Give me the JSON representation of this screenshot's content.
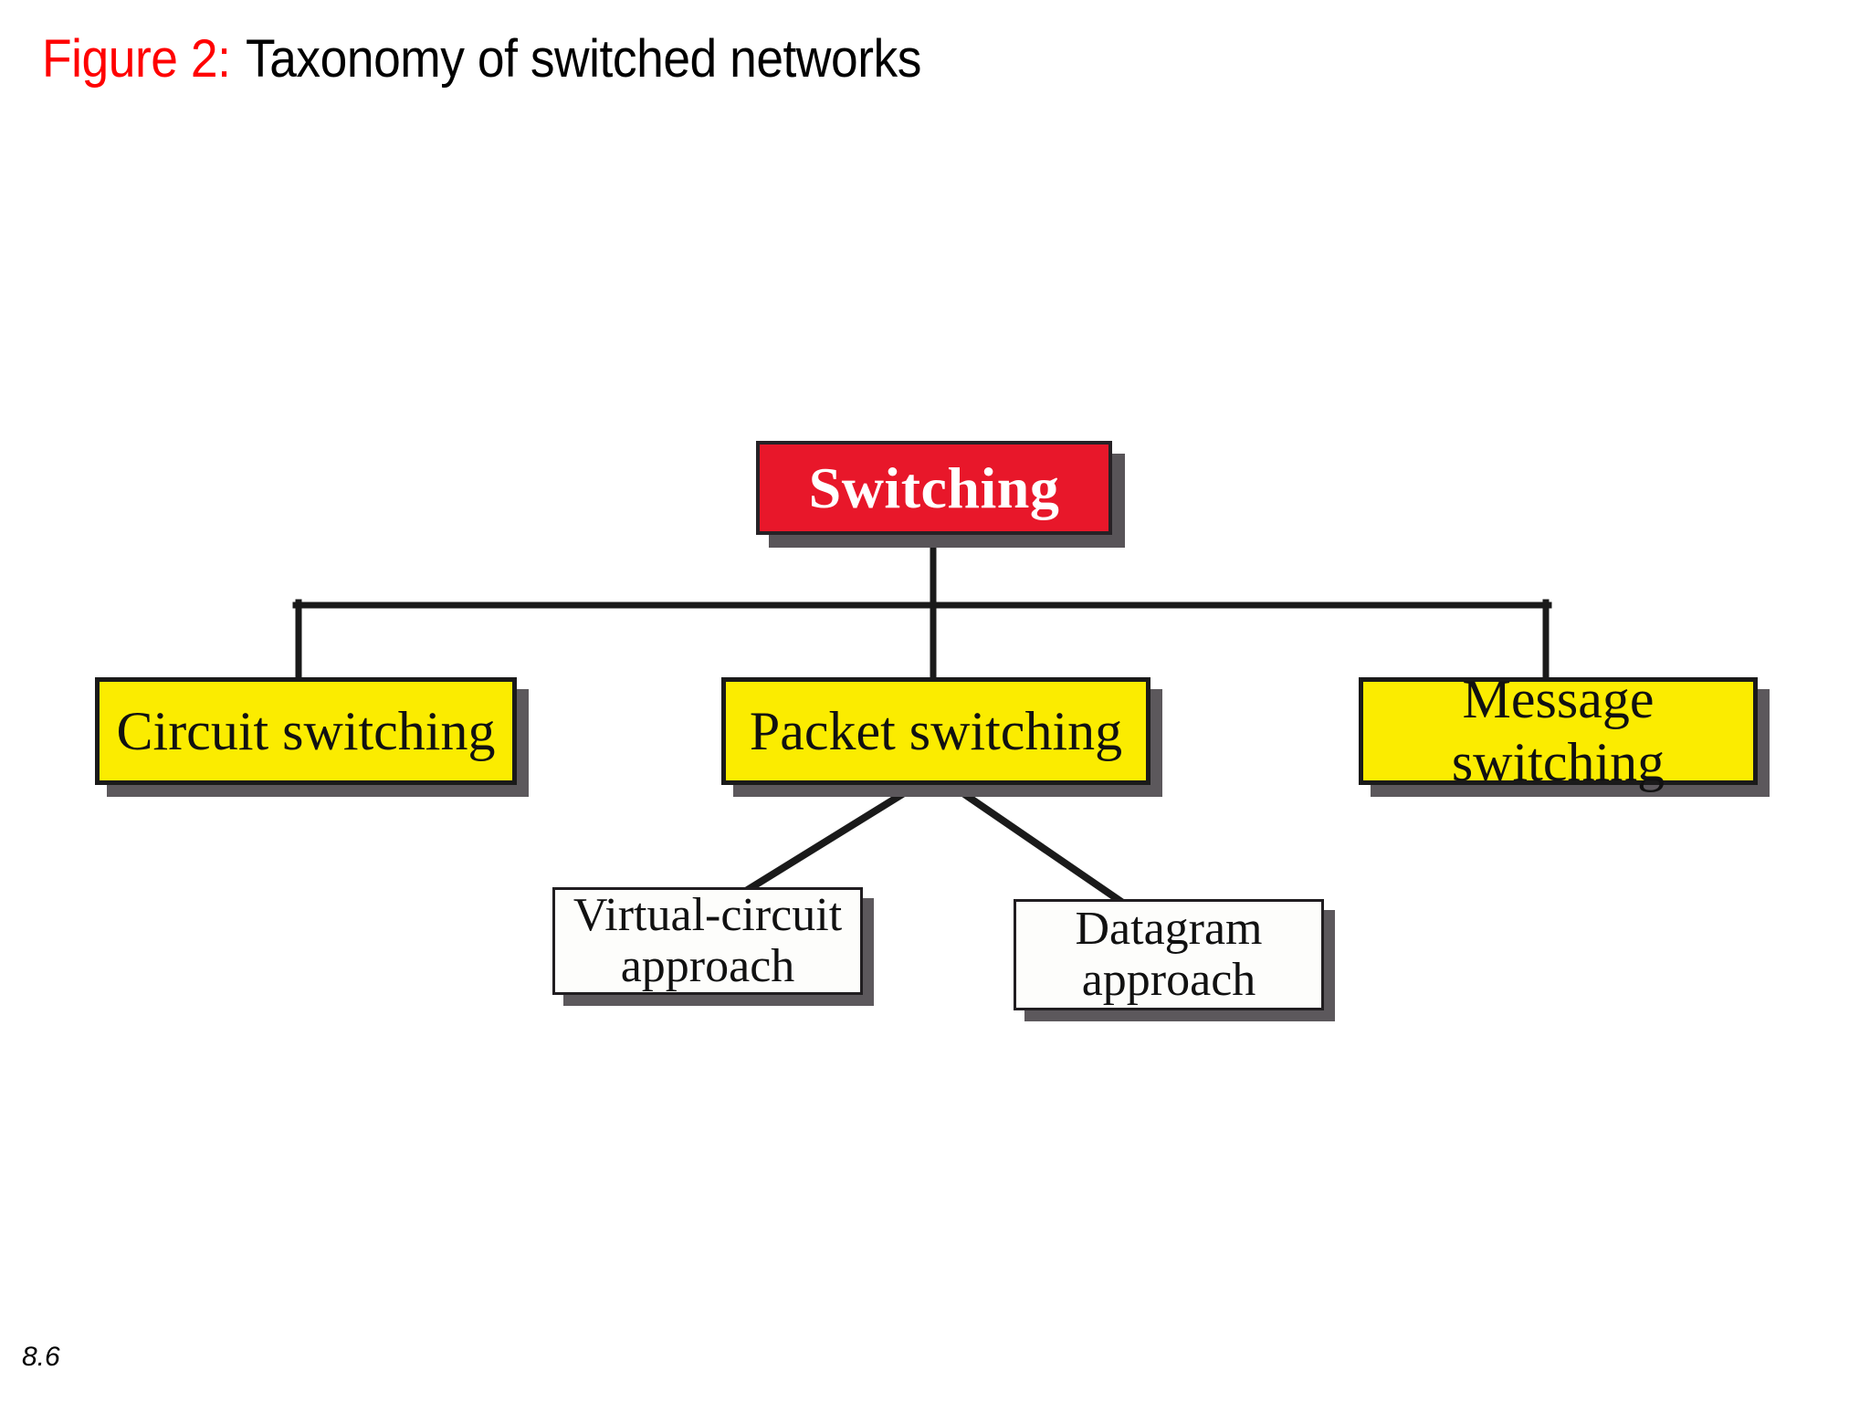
{
  "slide": {
    "title_label": "Figure 2:",
    "title_caption": "Taxonomy of switched networks",
    "footer": "8.6",
    "label_color": "#ff0000",
    "caption_color": "#000000",
    "background": "#ffffff"
  },
  "diagram": {
    "type": "taxonomy-tree",
    "root": {
      "label": "Switching",
      "fill": "#e8172a",
      "text_color": "#ffffff",
      "border_color": "#262226",
      "shadow_color": "#585458"
    },
    "level2": [
      {
        "label": "Circuit switching",
        "fill": "#fbec00",
        "text_color": "#111111",
        "border_color": "#1a1a1a",
        "shadow_color": "#5c585c"
      },
      {
        "label": "Packet switching",
        "fill": "#fbec00",
        "text_color": "#111111",
        "border_color": "#1a1a1a",
        "shadow_color": "#5c585c"
      },
      {
        "label": "Message switching",
        "fill": "#fbec00",
        "text_color": "#111111",
        "border_color": "#1a1a1a",
        "shadow_color": "#5c585c"
      }
    ],
    "level3": [
      {
        "label": "Virtual-circuit\napproach",
        "fill": "#fdfdfb",
        "text_color": "#111111",
        "border_color": "#201d20",
        "shadow_color": "#5c585c"
      },
      {
        "label": "Datagram\napproach",
        "fill": "#fdfdfb",
        "text_color": "#111111",
        "border_color": "#201d20",
        "shadow_color": "#5c585c"
      }
    ],
    "edges": [
      {
        "from": "Switching",
        "to": "bus"
      },
      {
        "from": "bus",
        "to": "Circuit switching"
      },
      {
        "from": "bus",
        "to": "Packet switching"
      },
      {
        "from": "bus",
        "to": "Message switching"
      },
      {
        "from": "Packet switching",
        "to": "Virtual-circuit approach"
      },
      {
        "from": "Packet switching",
        "to": "Datagram approach"
      }
    ],
    "line_color": "#1a1a1a"
  }
}
